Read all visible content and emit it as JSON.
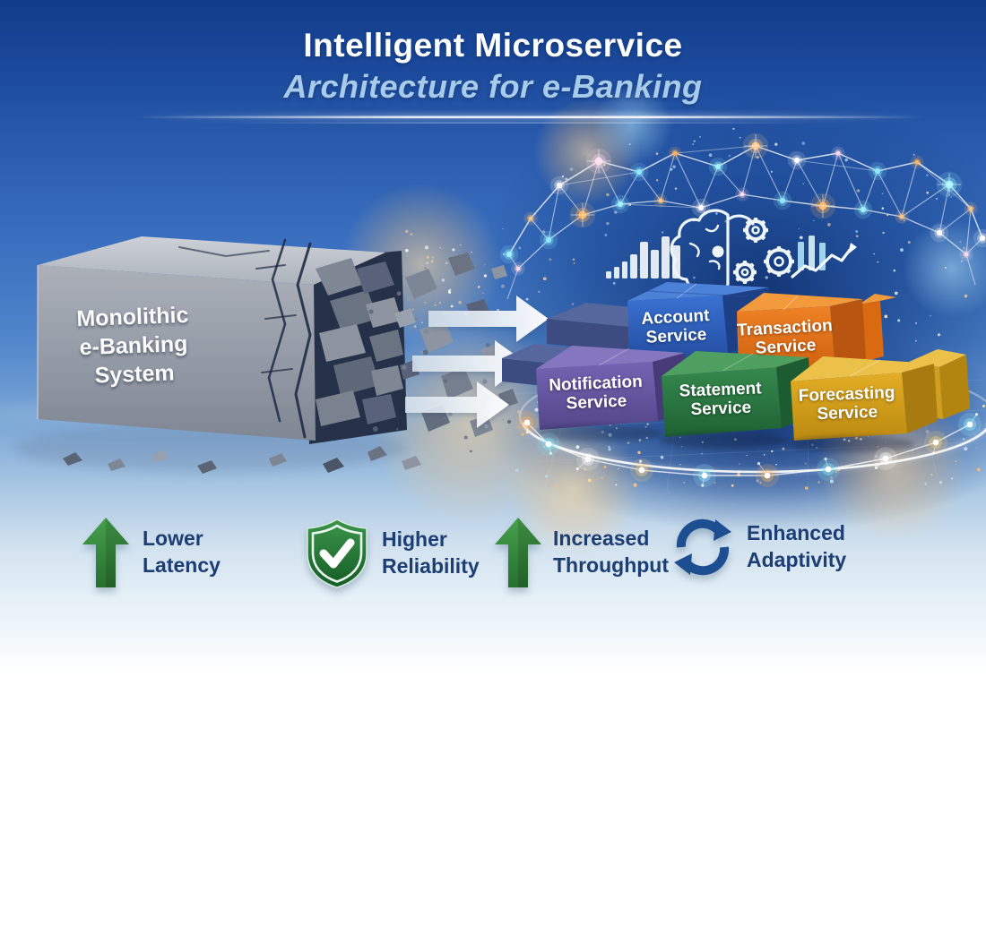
{
  "title": {
    "line1": "Intelligent Microservice",
    "line2": "Architecture for e-Banking"
  },
  "monolith": {
    "line1": "Monolithic",
    "line2": "e-Banking",
    "line3": "System"
  },
  "services": {
    "account": {
      "line1": "Account",
      "line2": "Service",
      "color": "#2f66c8"
    },
    "transaction": {
      "line1": "Transaction",
      "line2": "Service",
      "color": "#e06f15"
    },
    "notification": {
      "line1": "Notification",
      "line2": "Service",
      "color": "#6a5ba8"
    },
    "statement": {
      "line1": "Statement",
      "line2": "Service",
      "color": "#2f8148"
    },
    "forecasting": {
      "line1": "Forecasting",
      "line2": "Service",
      "color": "#dca621"
    }
  },
  "benefits": [
    {
      "icon": "up-arrow-icon",
      "line1": "Lower",
      "line2": "Latency"
    },
    {
      "icon": "shield-check-icon",
      "line1": "Higher",
      "line2": "Reliability"
    },
    {
      "icon": "up-arrow-icon",
      "line1": "Increased",
      "line2": "Throughput"
    },
    {
      "icon": "cycle-arrows-icon",
      "line1": "Enhanced",
      "line2": "Adaptivity"
    }
  ],
  "ai_icons": [
    "bar-chart-icon",
    "brain-gears-icon",
    "trend-chart-icon"
  ],
  "colors": {
    "benefit_green": "#2e8b3c",
    "benefit_navy": "#1d4e8f",
    "text_navy": "#1c3e72",
    "title_blue": "#a9cbea",
    "sky_top": "#123c8b"
  }
}
